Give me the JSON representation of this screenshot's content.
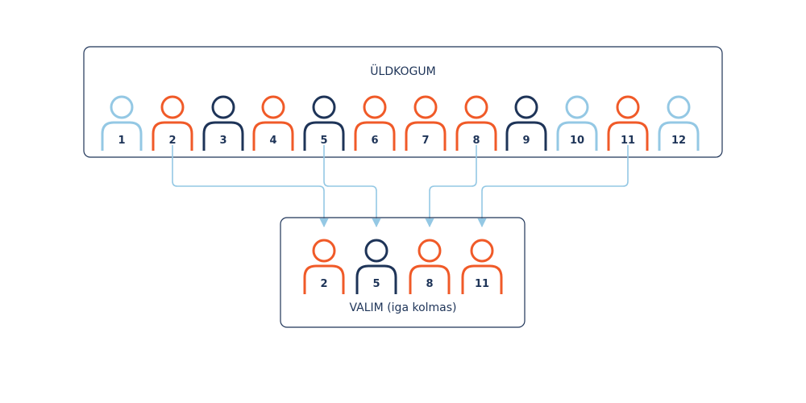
{
  "population": {
    "title": "ÜLDKOGUM",
    "members": [
      {
        "label": "1",
        "color": "#94c8e4"
      },
      {
        "label": "2",
        "color": "#f05a28"
      },
      {
        "label": "3",
        "color": "#1e3458"
      },
      {
        "label": "4",
        "color": "#f05a28"
      },
      {
        "label": "5",
        "color": "#1e3458"
      },
      {
        "label": "6",
        "color": "#f05a28"
      },
      {
        "label": "7",
        "color": "#f05a28"
      },
      {
        "label": "8",
        "color": "#f05a28"
      },
      {
        "label": "9",
        "color": "#1e3458"
      },
      {
        "label": "10",
        "color": "#94c8e4"
      },
      {
        "label": "11",
        "color": "#f05a28"
      },
      {
        "label": "12",
        "color": "#94c8e4"
      }
    ]
  },
  "sample": {
    "title": "VALIM (iga kolmas)",
    "members": [
      {
        "label": "2",
        "color": "#f05a28"
      },
      {
        "label": "5",
        "color": "#1e3458"
      },
      {
        "label": "8",
        "color": "#f05a28"
      },
      {
        "label": "11",
        "color": "#f05a28"
      }
    ]
  },
  "colors": {
    "box_border": "#1e3458",
    "arrow": "#94c8e4",
    "label_text": "#1e3458"
  },
  "icons": {
    "member": "person-icon",
    "connector": "arrow-down-icon"
  }
}
